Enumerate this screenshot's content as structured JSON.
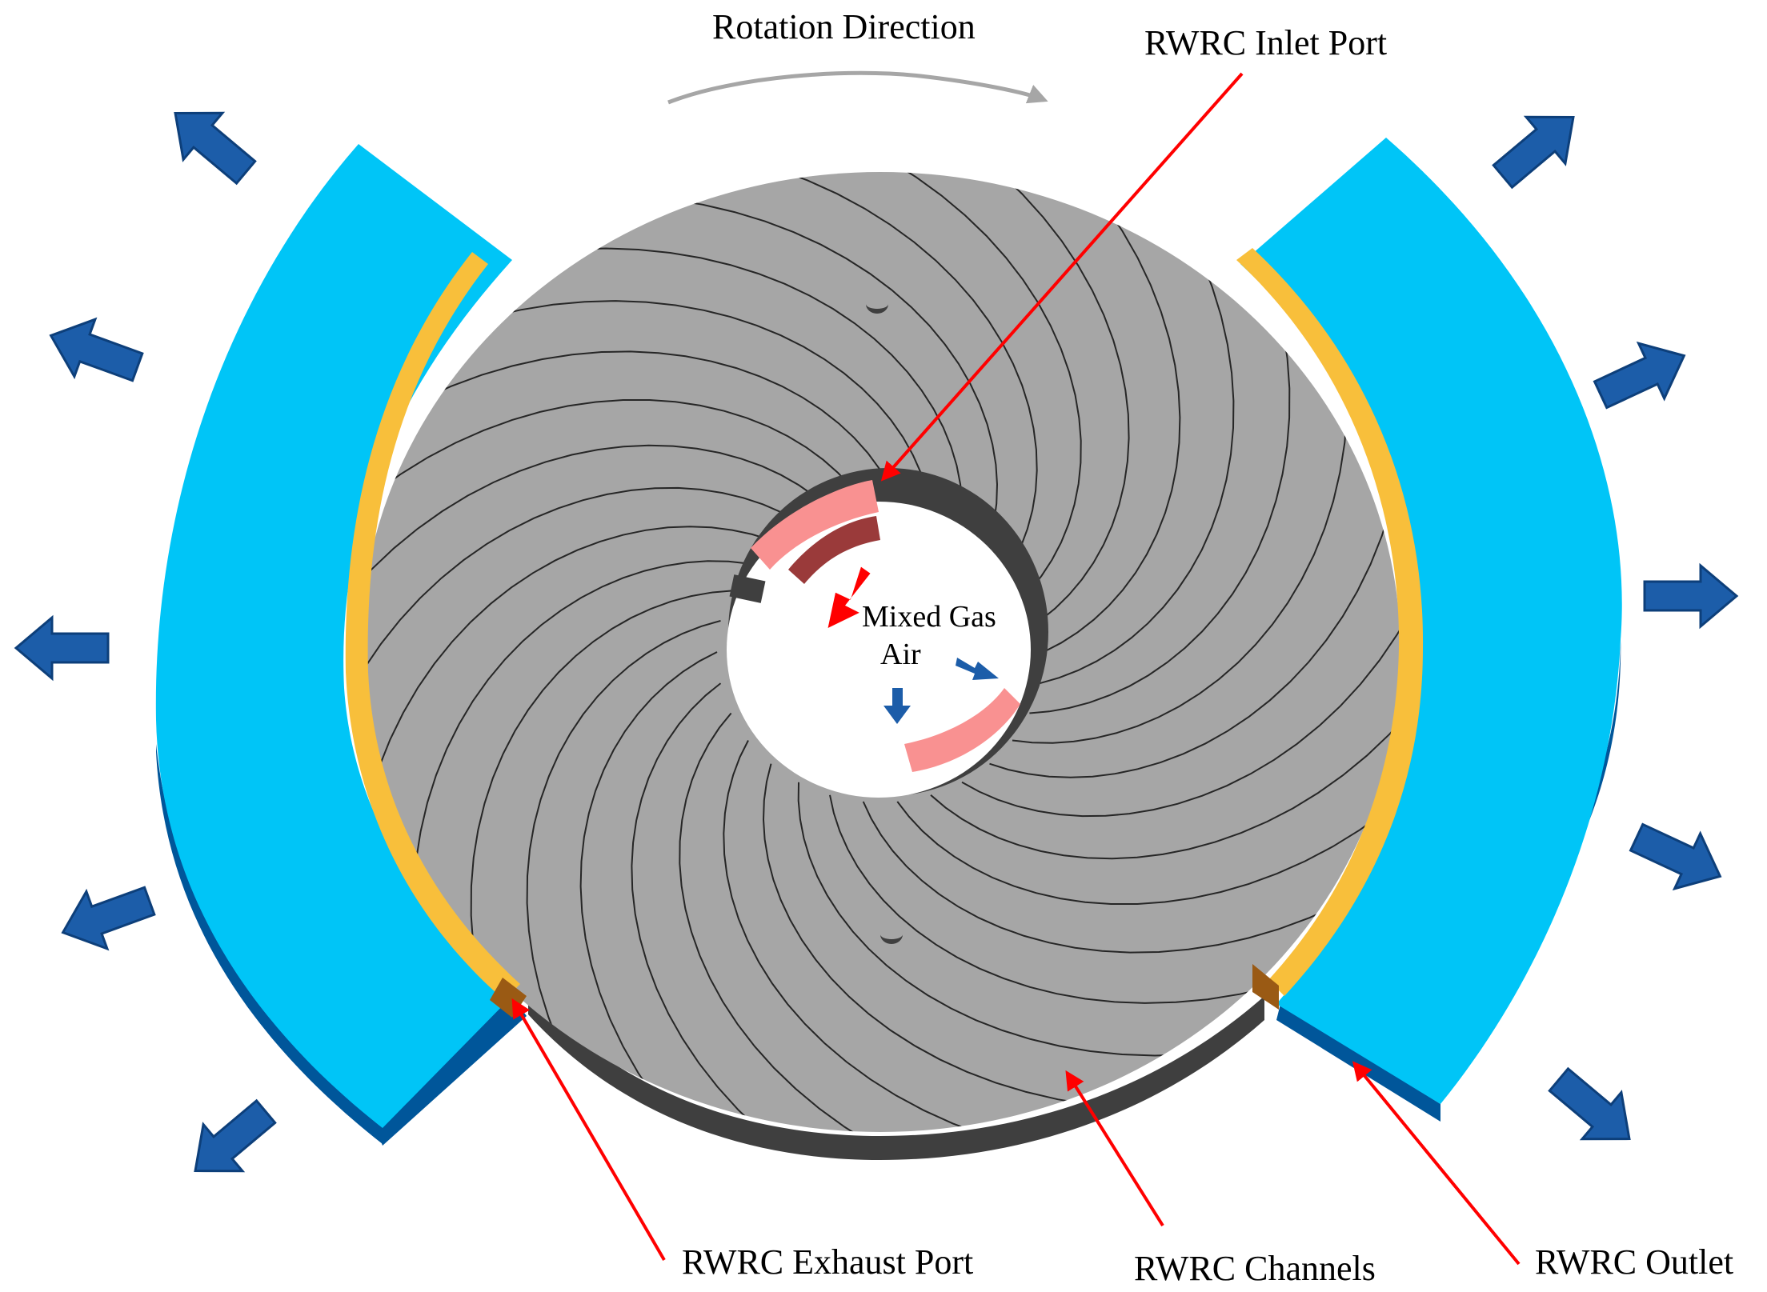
{
  "labels": {
    "rotation_direction": "Rotation Direction",
    "inlet_port": "RWRC Inlet Port",
    "exhaust_port": "RWRC Exhaust Port",
    "channels": "RWRC Channels",
    "outlet": "RWRC Outlet",
    "mixed_gas": "Mixed Gas",
    "air": "Air"
  },
  "colors": {
    "disk": "#a6a6a6",
    "disk_side": "#3f3f3f",
    "outlet_face": "#00c5f7",
    "outlet_side": "#00569a",
    "exhaust_ring": "#f8bf3b",
    "port_highlight": "#f99191",
    "flow_arrow": "#1c5da9",
    "callout": "#ff0000",
    "rotation_arrow": "#a6a6a6"
  },
  "icons": {
    "flow": "arrow-icon",
    "callout": "pointer-arrow-icon",
    "rotation": "curved-arrow-icon"
  }
}
